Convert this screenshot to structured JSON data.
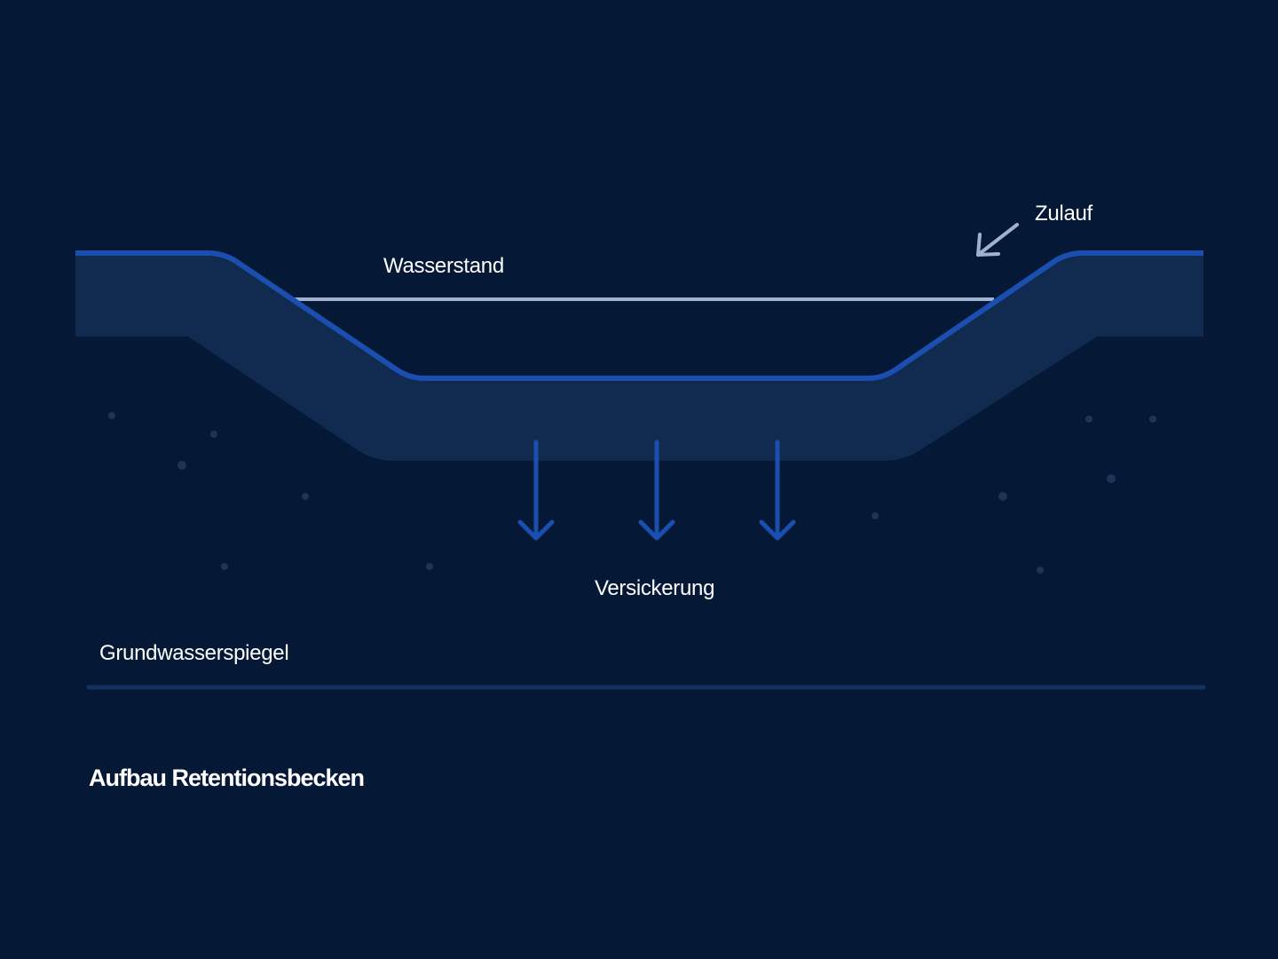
{
  "diagram": {
    "title": "Aufbau Retentionsbecken",
    "labels": {
      "water_level": "Wasserstand",
      "inflow": "Zulauf",
      "infiltration": "Versickerung",
      "groundwater_level": "Grundwasserspiegel"
    },
    "infiltration_arrow_count": 3,
    "colors": {
      "background": "#051937",
      "basin_fill": "#112a50",
      "basin_outline": "#1a4fb0",
      "water_line": "#9fb3d1",
      "inflow_arrow": "#9fb3d1",
      "infiltration_arrows": "#1a4fb0",
      "groundwater_line": "#14305c",
      "soil_dots": "#1e3355",
      "text": "#ffffff"
    }
  }
}
